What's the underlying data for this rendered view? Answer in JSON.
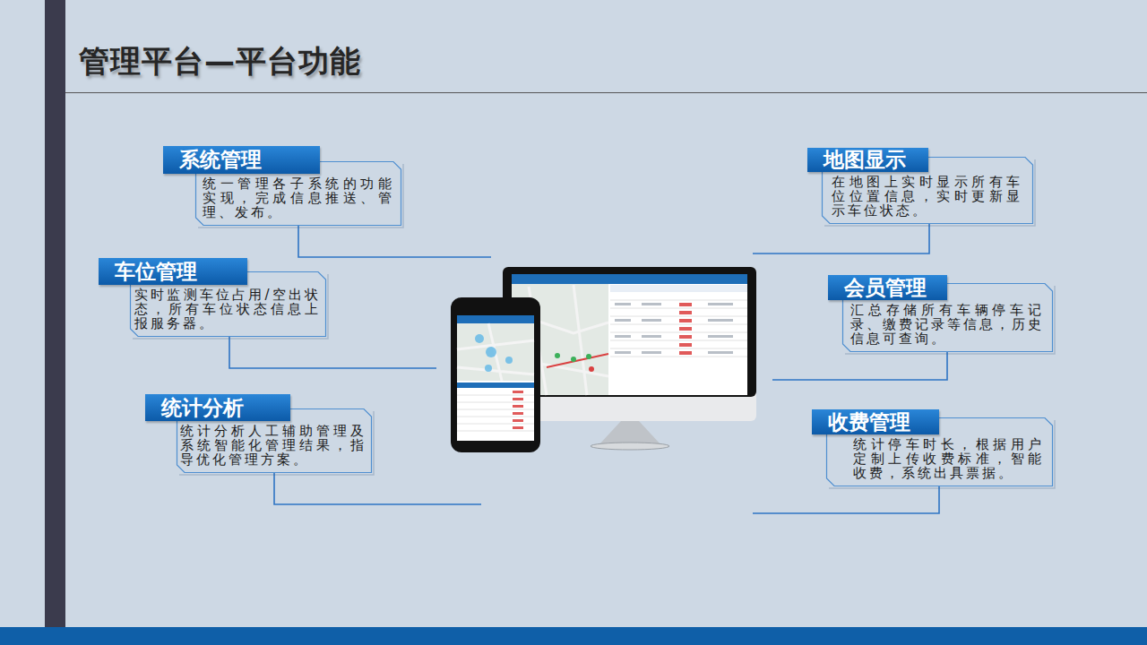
{
  "diagram": {
    "title": "管理平台—平台功能",
    "nodes": [
      {
        "text": [
          "系统管理",
          "统一管理各子系统的功能实现，完成信息推送、管理、发布。"
        ]
      },
      {
        "text": [
          "车位管理",
          "实时监测车位占用/空出状态，所有车位状态信息上报服务器。"
        ]
      },
      {
        "text": [
          "统计分析",
          "统计分析人工辅助管理及系统智能化管理结果，指导优化管理方案。"
        ]
      },
      {
        "text": [
          "地图显示",
          "在地图上实时显示所有车位位置信息，实时更新显示车位状态。"
        ]
      },
      {
        "text": [
          "会员管理",
          "汇总存储所有车辆停车记录、缴费记录等信息，历史信息可查询。"
        ]
      },
      {
        "text": [
          "收费管理",
          "统计停车时长，根据用户定制上传收费标准，智能收费，系统出具票据。"
        ]
      }
    ]
  }
}
